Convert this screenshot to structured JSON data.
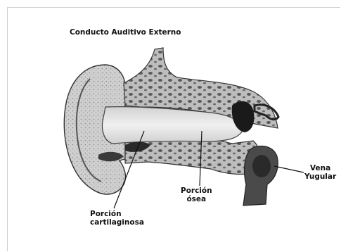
{
  "title": "Conducto Auditivo Externo",
  "labels": {
    "vena_yugular": [
      "Vena",
      "Yugular"
    ],
    "porcion_osea": [
      "Porción",
      "ósea"
    ],
    "porcion_cartilaginosa": [
      "Porción",
      "cartilaginosa"
    ]
  },
  "colors": {
    "ink": "#1a1a1a",
    "shade": "#7a7a7a",
    "light": "#d9d9d9",
    "canal": "#e6e6e6"
  }
}
